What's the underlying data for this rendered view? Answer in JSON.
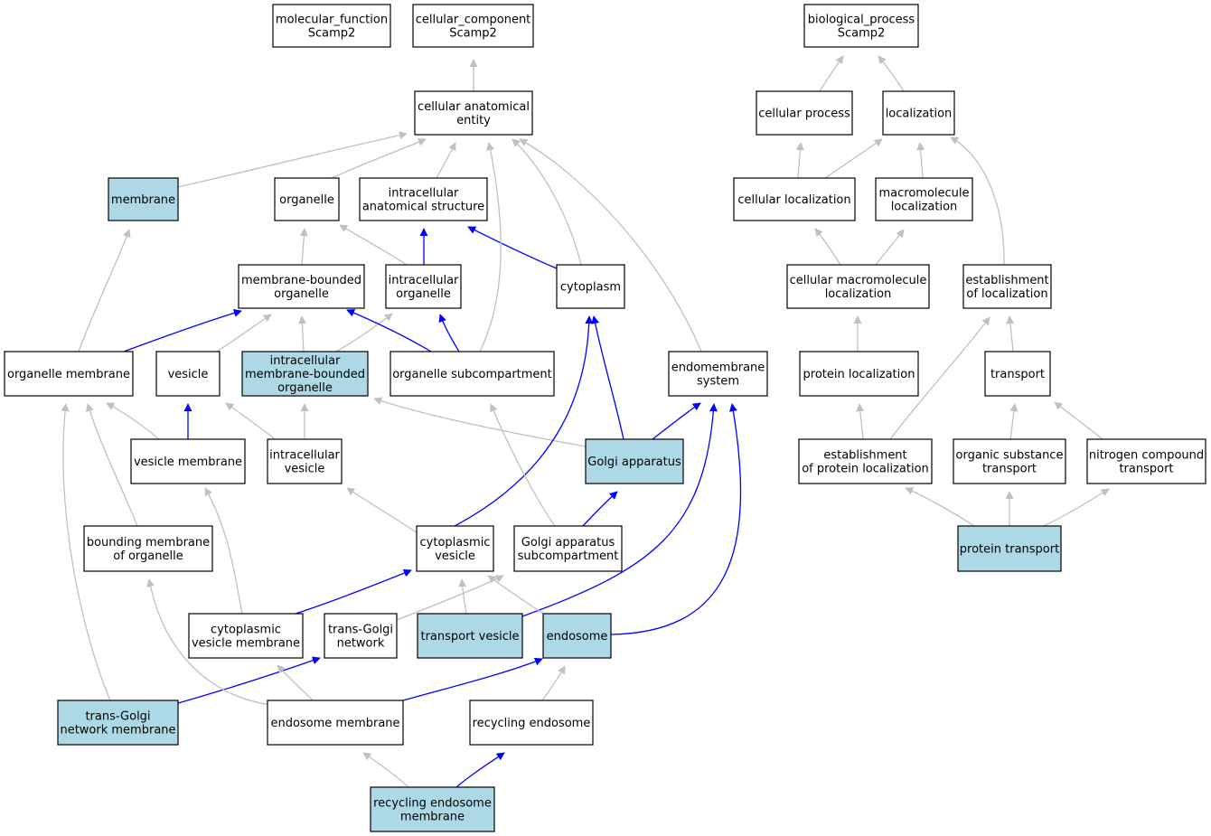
{
  "colors": {
    "highlight_fill": "#add8e6",
    "default_fill": "#ffffff",
    "blue_edge": "#0000ff",
    "grey_edge": "#c0c0c0"
  },
  "nodes": [
    {
      "id": "molecular_function",
      "lines": [
        "molecular_function",
        "Scamp2"
      ],
      "highlight": false
    },
    {
      "id": "cellular_component",
      "lines": [
        "cellular_component",
        "Scamp2"
      ],
      "highlight": false
    },
    {
      "id": "biological_process",
      "lines": [
        "biological_process",
        "Scamp2"
      ],
      "highlight": false
    },
    {
      "id": "cellular_anatomical_entity",
      "lines": [
        "cellular anatomical",
        "entity"
      ],
      "highlight": false
    },
    {
      "id": "cellular_process",
      "lines": [
        "cellular process"
      ],
      "highlight": false
    },
    {
      "id": "localization",
      "lines": [
        "localization"
      ],
      "highlight": false
    },
    {
      "id": "membrane",
      "lines": [
        "membrane"
      ],
      "highlight": true
    },
    {
      "id": "organelle",
      "lines": [
        "organelle"
      ],
      "highlight": false
    },
    {
      "id": "intracellular_anatomical_structure",
      "lines": [
        "intracellular",
        "anatomical structure"
      ],
      "highlight": false
    },
    {
      "id": "cellular_localization",
      "lines": [
        "cellular localization"
      ],
      "highlight": false
    },
    {
      "id": "macromolecule_localization",
      "lines": [
        "macromolecule",
        "localization"
      ],
      "highlight": false
    },
    {
      "id": "membrane_bounded_organelle",
      "lines": [
        "membrane-bounded",
        "organelle"
      ],
      "highlight": false
    },
    {
      "id": "intracellular_organelle",
      "lines": [
        "intracellular",
        "organelle"
      ],
      "highlight": false
    },
    {
      "id": "cytoplasm",
      "lines": [
        "cytoplasm"
      ],
      "highlight": false
    },
    {
      "id": "cellular_macromolecule_localization",
      "lines": [
        "cellular macromolecule",
        "localization"
      ],
      "highlight": false
    },
    {
      "id": "establishment_of_localization",
      "lines": [
        "establishment",
        "of localization"
      ],
      "highlight": false
    },
    {
      "id": "organelle_membrane",
      "lines": [
        "organelle membrane"
      ],
      "highlight": false
    },
    {
      "id": "vesicle",
      "lines": [
        "vesicle"
      ],
      "highlight": false
    },
    {
      "id": "intracellular_membrane_bounded_organelle",
      "lines": [
        "intracellular",
        "membrane-bounded",
        "organelle"
      ],
      "highlight": true
    },
    {
      "id": "organelle_subcompartment",
      "lines": [
        "organelle subcompartment"
      ],
      "highlight": false
    },
    {
      "id": "endomembrane_system",
      "lines": [
        "endomembrane",
        "system"
      ],
      "highlight": false
    },
    {
      "id": "protein_localization",
      "lines": [
        "protein localization"
      ],
      "highlight": false
    },
    {
      "id": "transport",
      "lines": [
        "transport"
      ],
      "highlight": false
    },
    {
      "id": "vesicle_membrane",
      "lines": [
        "vesicle membrane"
      ],
      "highlight": false
    },
    {
      "id": "intracellular_vesicle",
      "lines": [
        "intracellular",
        "vesicle"
      ],
      "highlight": false
    },
    {
      "id": "golgi_apparatus",
      "lines": [
        "Golgi apparatus"
      ],
      "highlight": true
    },
    {
      "id": "establishment_of_protein_localization",
      "lines": [
        "establishment",
        "of protein localization"
      ],
      "highlight": false
    },
    {
      "id": "organic_substance_transport",
      "lines": [
        "organic substance",
        "transport"
      ],
      "highlight": false
    },
    {
      "id": "nitrogen_compound_transport",
      "lines": [
        "nitrogen compound",
        "transport"
      ],
      "highlight": false
    },
    {
      "id": "bounding_membrane_of_organelle",
      "lines": [
        "bounding membrane",
        "of organelle"
      ],
      "highlight": false
    },
    {
      "id": "cytoplasmic_vesicle",
      "lines": [
        "cytoplasmic",
        "vesicle"
      ],
      "highlight": false
    },
    {
      "id": "golgi_apparatus_subcompartment",
      "lines": [
        "Golgi apparatus",
        "subcompartment"
      ],
      "highlight": false
    },
    {
      "id": "protein_transport",
      "lines": [
        "protein transport"
      ],
      "highlight": true
    },
    {
      "id": "cytoplasmic_vesicle_membrane",
      "lines": [
        "cytoplasmic",
        "vesicle membrane"
      ],
      "highlight": false
    },
    {
      "id": "trans_golgi_network",
      "lines": [
        "trans-Golgi",
        "network"
      ],
      "highlight": false
    },
    {
      "id": "transport_vesicle",
      "lines": [
        "transport vesicle"
      ],
      "highlight": true
    },
    {
      "id": "endosome",
      "lines": [
        "endosome"
      ],
      "highlight": true
    },
    {
      "id": "trans_golgi_network_membrane",
      "lines": [
        "trans-Golgi",
        "network membrane"
      ],
      "highlight": true
    },
    {
      "id": "endosome_membrane",
      "lines": [
        "endosome membrane"
      ],
      "highlight": false
    },
    {
      "id": "recycling_endosome",
      "lines": [
        "recycling endosome"
      ],
      "highlight": false
    },
    {
      "id": "recycling_endosome_membrane",
      "lines": [
        "recycling endosome",
        "membrane"
      ],
      "highlight": true
    }
  ],
  "edges": [
    {
      "from": "cellular_anatomical_entity",
      "to": "cellular_component",
      "kind": "grey"
    },
    {
      "from": "cellular_process",
      "to": "biological_process",
      "kind": "grey"
    },
    {
      "from": "localization",
      "to": "biological_process",
      "kind": "grey"
    },
    {
      "from": "membrane",
      "to": "cellular_anatomical_entity",
      "kind": "grey"
    },
    {
      "from": "organelle",
      "to": "cellular_anatomical_entity",
      "kind": "grey"
    },
    {
      "from": "intracellular_anatomical_structure",
      "to": "cellular_anatomical_entity",
      "kind": "grey"
    },
    {
      "from": "cellular_localization",
      "to": "cellular_process",
      "kind": "grey"
    },
    {
      "from": "cellular_localization",
      "to": "localization",
      "kind": "grey"
    },
    {
      "from": "macromolecule_localization",
      "to": "localization",
      "kind": "grey"
    },
    {
      "from": "membrane_bounded_organelle",
      "to": "organelle",
      "kind": "grey"
    },
    {
      "from": "intracellular_organelle",
      "to": "organelle",
      "kind": "grey"
    },
    {
      "from": "intracellular_organelle",
      "to": "intracellular_anatomical_structure",
      "kind": "blue"
    },
    {
      "from": "cytoplasm",
      "to": "intracellular_anatomical_structure",
      "kind": "blue"
    },
    {
      "from": "cytoplasm",
      "to": "cellular_anatomical_entity",
      "kind": "grey"
    },
    {
      "from": "cellular_macromolecule_localization",
      "to": "cellular_localization",
      "kind": "grey"
    },
    {
      "from": "cellular_macromolecule_localization",
      "to": "macromolecule_localization",
      "kind": "grey"
    },
    {
      "from": "establishment_of_localization",
      "to": "localization",
      "kind": "grey"
    },
    {
      "from": "organelle_membrane",
      "to": "membrane",
      "kind": "grey"
    },
    {
      "from": "organelle_membrane",
      "to": "membrane_bounded_organelle",
      "kind": "blue"
    },
    {
      "from": "vesicle",
      "to": "membrane_bounded_organelle",
      "kind": "grey"
    },
    {
      "from": "intracellular_membrane_bounded_organelle",
      "to": "membrane_bounded_organelle",
      "kind": "grey"
    },
    {
      "from": "intracellular_membrane_bounded_organelle",
      "to": "intracellular_organelle",
      "kind": "grey"
    },
    {
      "from": "organelle_subcompartment",
      "to": "membrane_bounded_organelle",
      "kind": "blue"
    },
    {
      "from": "organelle_subcompartment",
      "to": "intracellular_organelle",
      "kind": "blue"
    },
    {
      "from": "organelle_subcompartment",
      "to": "cellular_anatomical_entity",
      "kind": "grey"
    },
    {
      "from": "endomembrane_system",
      "to": "cellular_anatomical_entity",
      "kind": "grey"
    },
    {
      "from": "protein_localization",
      "to": "cellular_macromolecule_localization",
      "kind": "grey"
    },
    {
      "from": "transport",
      "to": "establishment_of_localization",
      "kind": "grey"
    },
    {
      "from": "vesicle_membrane",
      "to": "organelle_membrane",
      "kind": "grey"
    },
    {
      "from": "vesicle_membrane",
      "to": "vesicle",
      "kind": "blue"
    },
    {
      "from": "intracellular_vesicle",
      "to": "vesicle",
      "kind": "grey"
    },
    {
      "from": "intracellular_vesicle",
      "to": "intracellular_membrane_bounded_organelle",
      "kind": "grey"
    },
    {
      "from": "golgi_apparatus",
      "to": "intracellular_membrane_bounded_organelle",
      "kind": "grey"
    },
    {
      "from": "golgi_apparatus",
      "to": "cytoplasm",
      "kind": "blue"
    },
    {
      "from": "golgi_apparatus",
      "to": "endomembrane_system",
      "kind": "blue"
    },
    {
      "from": "establishment_of_protein_localization",
      "to": "protein_localization",
      "kind": "grey"
    },
    {
      "from": "establishment_of_protein_localization",
      "to": "establishment_of_localization",
      "kind": "grey"
    },
    {
      "from": "organic_substance_transport",
      "to": "transport",
      "kind": "grey"
    },
    {
      "from": "nitrogen_compound_transport",
      "to": "transport",
      "kind": "grey"
    },
    {
      "from": "bounding_membrane_of_organelle",
      "to": "organelle_membrane",
      "kind": "grey"
    },
    {
      "from": "cytoplasmic_vesicle",
      "to": "intracellular_vesicle",
      "kind": "grey"
    },
    {
      "from": "cytoplasmic_vesicle",
      "to": "cytoplasm",
      "kind": "blue"
    },
    {
      "from": "golgi_apparatus_subcompartment",
      "to": "organelle_subcompartment",
      "kind": "grey"
    },
    {
      "from": "golgi_apparatus_subcompartment",
      "to": "golgi_apparatus",
      "kind": "blue"
    },
    {
      "from": "protein_transport",
      "to": "establishment_of_protein_localization",
      "kind": "grey"
    },
    {
      "from": "protein_transport",
      "to": "organic_substance_transport",
      "kind": "grey"
    },
    {
      "from": "protein_transport",
      "to": "nitrogen_compound_transport",
      "kind": "grey"
    },
    {
      "from": "cytoplasmic_vesicle_membrane",
      "to": "vesicle_membrane",
      "kind": "grey"
    },
    {
      "from": "cytoplasmic_vesicle_membrane",
      "to": "cytoplasmic_vesicle",
      "kind": "blue"
    },
    {
      "from": "trans_golgi_network",
      "to": "golgi_apparatus_subcompartment",
      "kind": "grey"
    },
    {
      "from": "transport_vesicle",
      "to": "cytoplasmic_vesicle",
      "kind": "grey"
    },
    {
      "from": "transport_vesicle",
      "to": "endomembrane_system",
      "kind": "blue"
    },
    {
      "from": "endosome",
      "to": "cytoplasmic_vesicle",
      "kind": "grey"
    },
    {
      "from": "endosome",
      "to": "endomembrane_system",
      "kind": "blue"
    },
    {
      "from": "trans_golgi_network_membrane",
      "to": "organelle_membrane",
      "kind": "grey"
    },
    {
      "from": "trans_golgi_network_membrane",
      "to": "trans_golgi_network",
      "kind": "blue"
    },
    {
      "from": "endosome_membrane",
      "to": "bounding_membrane_of_organelle",
      "kind": "grey"
    },
    {
      "from": "endosome_membrane",
      "to": "cytoplasmic_vesicle_membrane",
      "kind": "grey"
    },
    {
      "from": "endosome_membrane",
      "to": "endosome",
      "kind": "blue"
    },
    {
      "from": "recycling_endosome",
      "to": "endosome",
      "kind": "grey"
    },
    {
      "from": "recycling_endosome_membrane",
      "to": "endosome_membrane",
      "kind": "grey"
    },
    {
      "from": "recycling_endosome_membrane",
      "to": "recycling_endosome",
      "kind": "blue"
    }
  ]
}
